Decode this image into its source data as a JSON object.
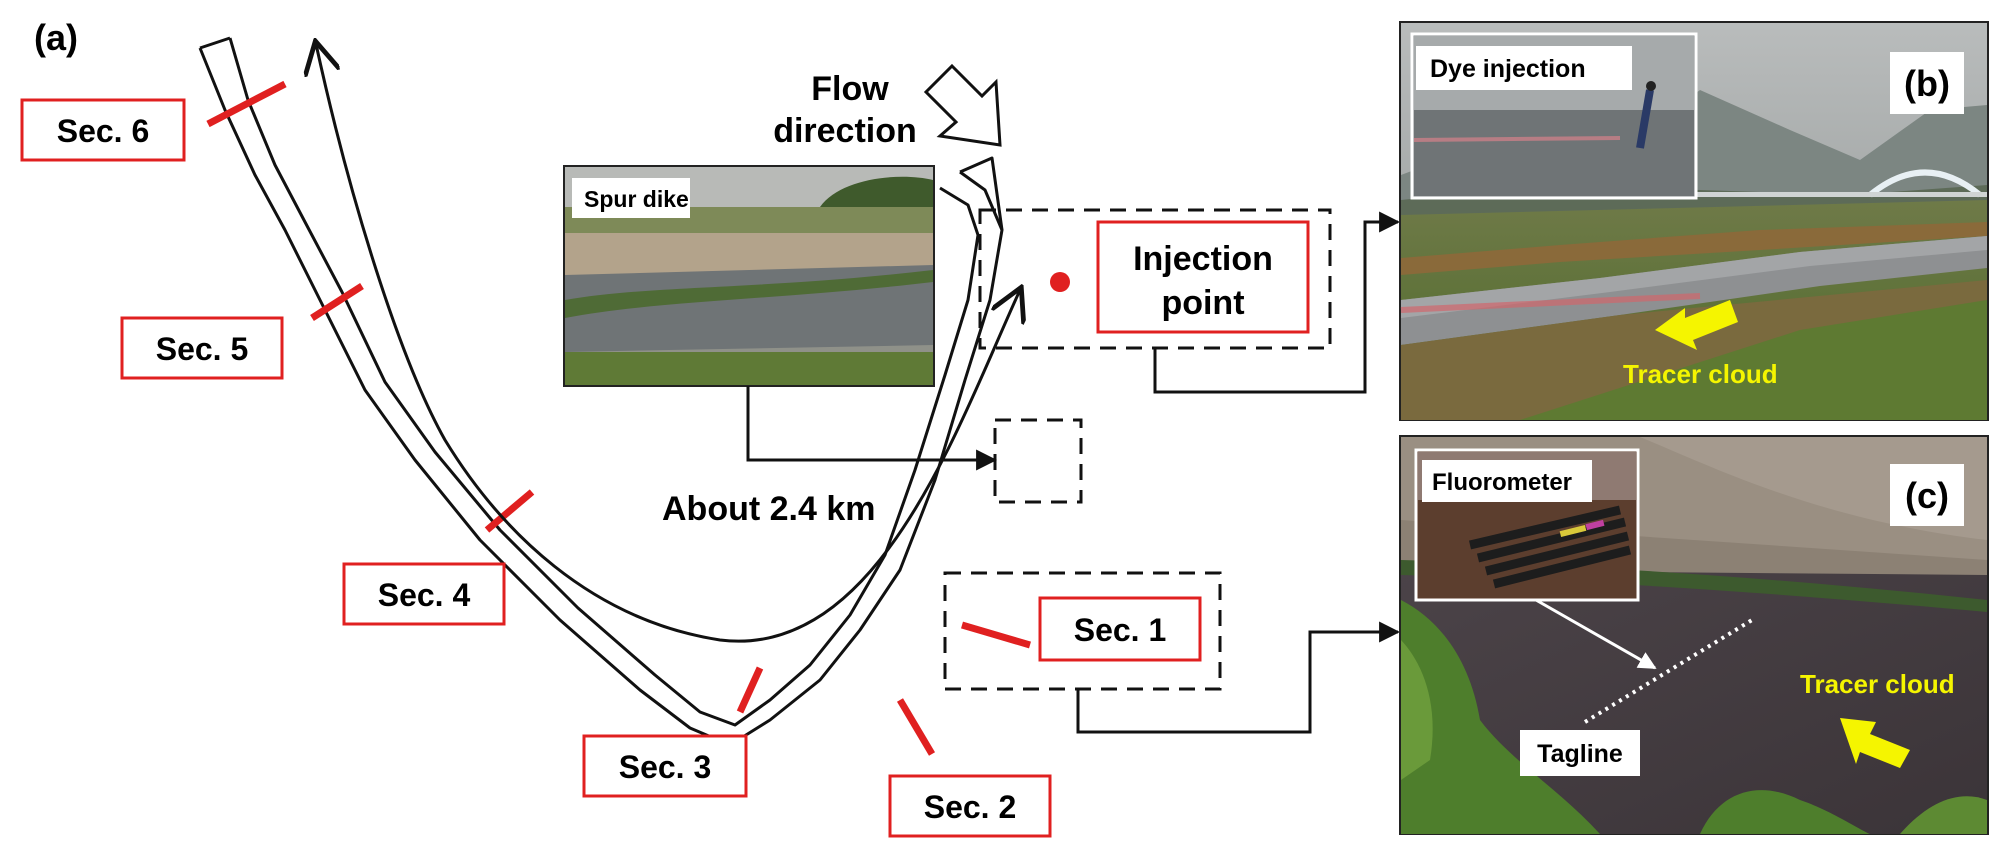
{
  "panels": {
    "a": "(a)",
    "b": "(b)",
    "c": "(c)"
  },
  "map": {
    "flow_direction_line1": "Flow",
    "flow_direction_line2": "direction",
    "distance_label": "About 2.4 km",
    "injection_point_line1": "Injection",
    "injection_point_line2": "point",
    "spur_dike": "Spur dike",
    "sections": [
      "Sec. 1",
      "Sec. 2",
      "Sec. 3",
      "Sec. 4",
      "Sec. 5",
      "Sec. 6"
    ]
  },
  "photo_b": {
    "inset_label": "Dye injection",
    "tracer_label": "Tracer cloud"
  },
  "photo_c": {
    "inset_label": "Fluorometer",
    "tagline_label": "Tagline",
    "tracer_label": "Tracer cloud"
  },
  "colors": {
    "section_red": "#e02020",
    "tracer_yellow": "#f5f500",
    "river_line": "#111111"
  }
}
